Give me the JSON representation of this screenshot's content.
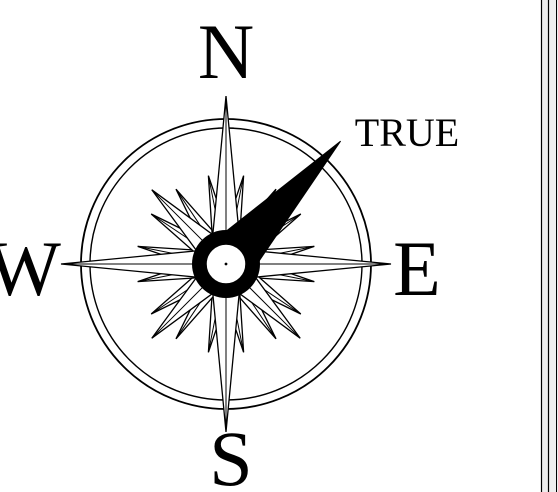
{
  "compass": {
    "labels": {
      "north": "N",
      "east": "E",
      "south": "S",
      "west": "W"
    },
    "needle_label": "TRUE",
    "needle_heading_deg": 43,
    "ring_style": "double circle"
  },
  "colors": {
    "background": "#ffffff",
    "ink": "#000000",
    "side_panel": "#eeeeee"
  },
  "icons": {
    "rose": "compass-rose-icon",
    "needle": "needle-pointer-icon",
    "hub": "center-hub-icon"
  }
}
